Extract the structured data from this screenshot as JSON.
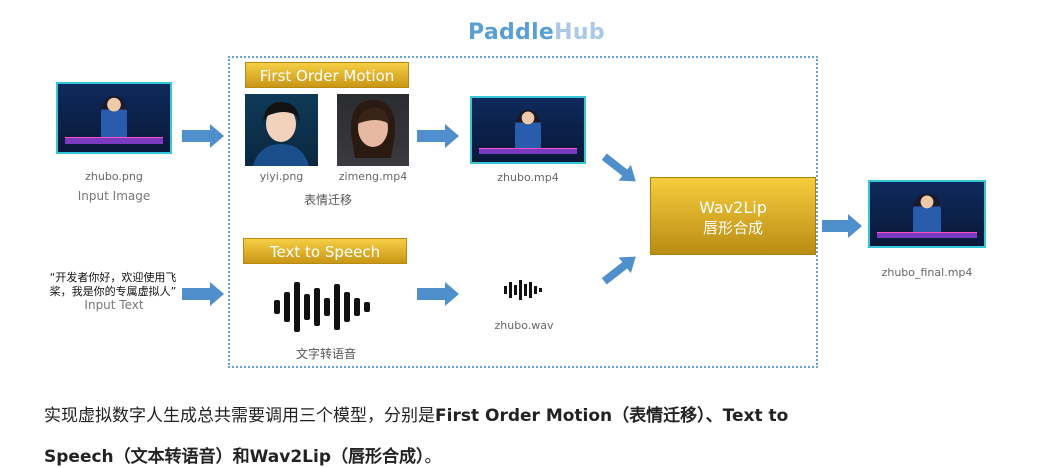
{
  "brand": {
    "part1": "Paddle",
    "part2": "Hub"
  },
  "first_order_motion": {
    "title": "First Order Motion",
    "caption": "表情迁移"
  },
  "text_to_speech": {
    "title": "Text to Speech",
    "caption": "文字转语音"
  },
  "inputs": {
    "image_file": "zhubo.png",
    "image_label": "Input Image",
    "text_quote_line1": "“开发者你好，欢迎使用飞",
    "text_quote_line2": "桨，我是你的专属虚拟人”",
    "text_label": "Input Text"
  },
  "fom_inputs": {
    "yiyi": "yiyi.png",
    "zimeng": "zimeng.mp4"
  },
  "outputs": {
    "zhubo_mp4": "zhubo.mp4",
    "zhubo_wav": "zhubo.wav",
    "final": "zhubo_final.mp4"
  },
  "wav2lip": {
    "title": "Wav2Lip",
    "subtitle": "唇形合成"
  },
  "description": {
    "line1_prefix": "实现虚拟数字人生成总共需要调用三个模型，分别是",
    "line1_bold": "First Order Motion（表情迁移）、Text to",
    "line2_bold": "Speech（文本转语音）和Wav2Lip（唇形合成）",
    "line2_suffix": "。"
  },
  "colors": {
    "accent_blue": "#5a9fd4",
    "arrow_blue": "#4f8fcb",
    "banner_gold": "#e2b22a"
  }
}
